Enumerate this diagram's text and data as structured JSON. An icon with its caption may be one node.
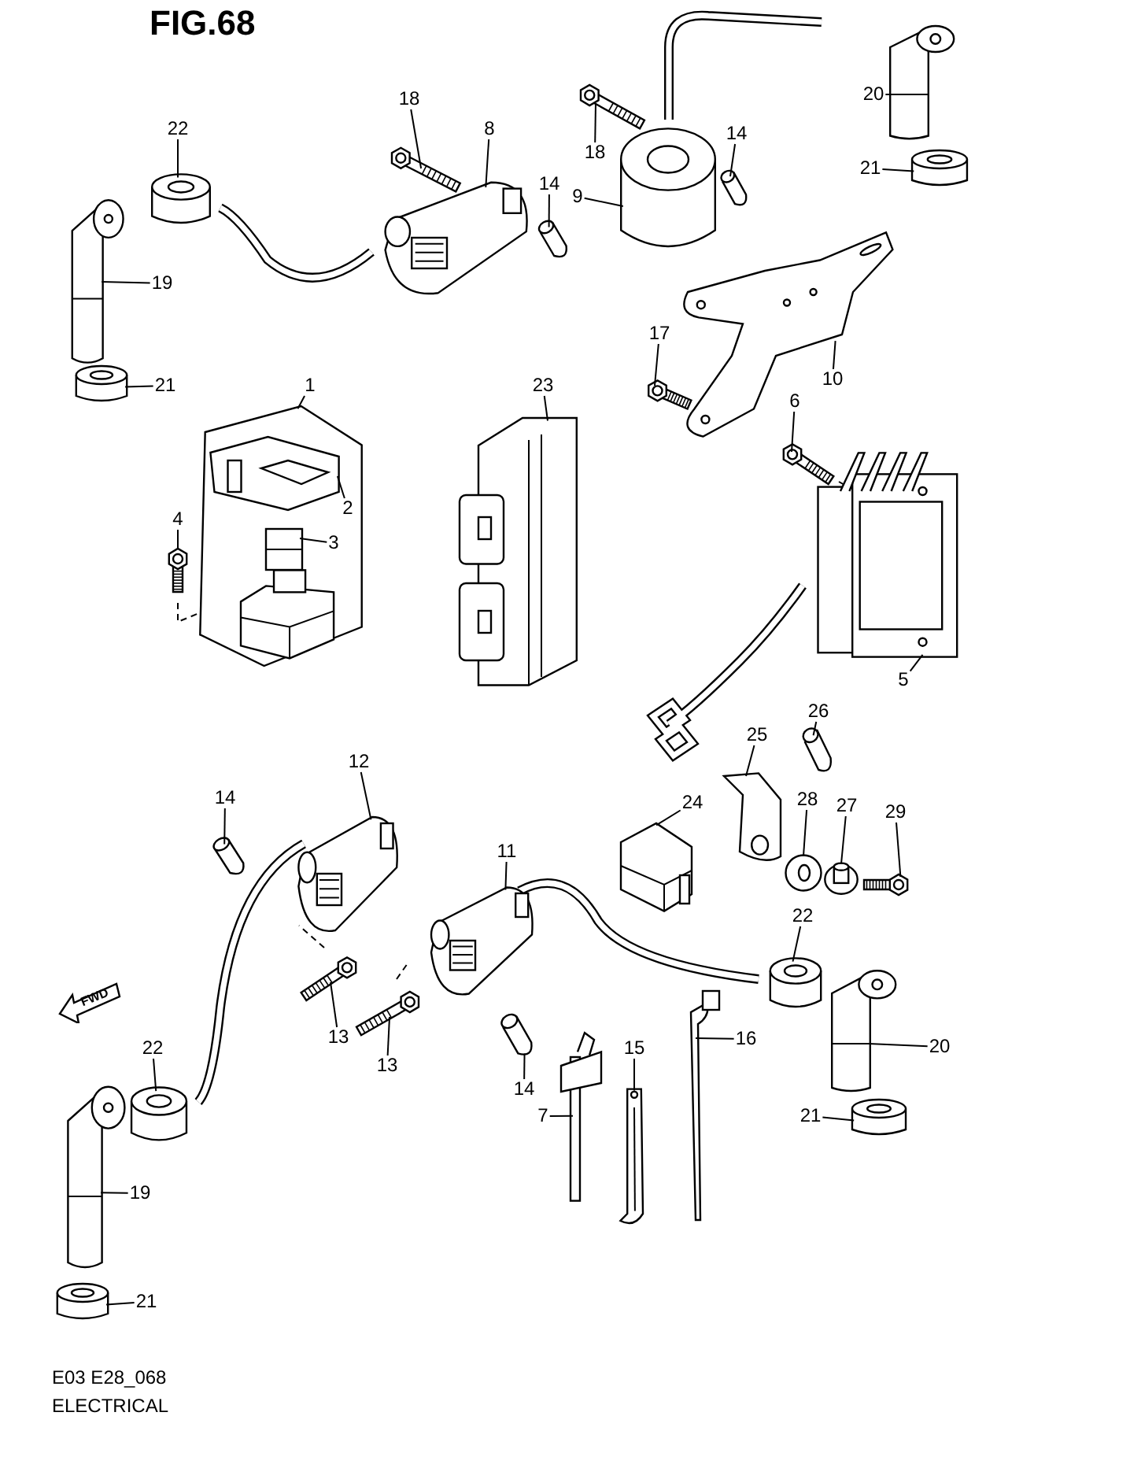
{
  "diagram": {
    "nodes": [
      {
        "text": [
          "22"
        ]
      },
      {
        "text": [],
        "shape": "cylinder"
      },
      {
        "text": [
          "19"
        ]
      },
      {
        "text": [],
        "shape": "picture"
      },
      {
        "text": [
          "21"
        ]
      },
      {
        "text": [],
        "shape": "cylinder"
      },
      {
        "text": [
          "18"
        ]
      },
      {
        "text": [],
        "shape": "picture"
      },
      {
        "text": [
          "8"
        ]
      },
      {
        "text": [],
        "shape": "picture"
      },
      {
        "text": [
          "14"
        ]
      },
      {
        "text": [],
        "shape": "picture"
      },
      {
        "text": [
          "18"
        ]
      },
      {
        "text": [],
        "shape": "picture"
      },
      {
        "text": [
          "9"
        ]
      },
      {
        "text": [],
        "shape": "cylinder"
      },
      {
        "text": [
          "14"
        ]
      },
      {
        "text": [],
        "shape": "picture"
      },
      {
        "text": [
          "20"
        ]
      },
      {
        "text": [],
        "shape": "picture"
      },
      {
        "text": [
          "21"
        ]
      },
      {
        "text": [],
        "shape": "cylinder"
      },
      {
        "text": [
          "17"
        ]
      },
      {
        "text": [],
        "shape": "picture"
      },
      {
        "text": [
          "10"
        ]
      },
      {
        "text": [],
        "shape": "picture"
      },
      {
        "text": [
          "6"
        ]
      },
      {
        "text": [],
        "shape": "picture"
      },
      {
        "text": [
          "1"
        ]
      },
      {
        "text": [],
        "shape": "picture"
      },
      {
        "text": [
          "2"
        ],
        "in": 29
      },
      {
        "text": [],
        "shape": "picture",
        "in": 29
      },
      {
        "text": [
          "3"
        ],
        "in": 29
      },
      {
        "text": [],
        "shape": "box",
        "in": 29
      },
      {
        "text": [
          "4"
        ]
      },
      {
        "text": [],
        "shape": "picture"
      },
      {
        "text": [
          "23"
        ]
      },
      {
        "text": [],
        "shape": "picture"
      },
      {
        "text": [
          "5"
        ]
      },
      {
        "text": [],
        "shape": "picture"
      },
      {
        "text": [
          "26"
        ]
      },
      {
        "text": [],
        "shape": "picture"
      },
      {
        "text": [
          "25"
        ]
      },
      {
        "text": [],
        "shape": "picture"
      },
      {
        "text": [
          "24"
        ]
      },
      {
        "text": [],
        "shape": "picture"
      },
      {
        "text": [
          "28"
        ]
      },
      {
        "text": [],
        "shape": "picture"
      },
      {
        "text": [
          "27"
        ]
      },
      {
        "text": [],
        "shape": "picture"
      },
      {
        "text": [
          "29"
        ]
      },
      {
        "text": [],
        "shape": "picture"
      },
      {
        "text": [
          "12"
        ]
      },
      {
        "text": [],
        "shape": "picture"
      },
      {
        "text": [
          "14"
        ]
      },
      {
        "text": [],
        "shape": "picture"
      },
      {
        "text": [
          "11"
        ]
      },
      {
        "text": [],
        "shape": "picture"
      },
      {
        "text": [
          "13"
        ]
      },
      {
        "text": [],
        "shape": "picture"
      },
      {
        "text": [
          "13"
        ]
      },
      {
        "text": [],
        "shape": "picture"
      },
      {
        "text": [
          "14"
        ]
      },
      {
        "text": [],
        "shape": "picture"
      },
      {
        "text": [
          "22"
        ]
      },
      {
        "text": [],
        "shape": "cylinder"
      },
      {
        "text": [
          "20"
        ]
      },
      {
        "text": [],
        "shape": "picture"
      },
      {
        "text": [
          "21"
        ]
      },
      {
        "text": [],
        "shape": "cylinder"
      },
      {
        "text": [
          "15"
        ]
      },
      {
        "text": [],
        "shape": "picture"
      },
      {
        "text": [
          "16"
        ]
      },
      {
        "text": [],
        "shape": "picture"
      },
      {
        "text": [
          "7"
        ]
      },
      {
        "text": [],
        "shape": "picture"
      },
      {
        "text": [
          "22"
        ]
      },
      {
        "text": [],
        "shape": "cylinder"
      },
      {
        "text": [
          "19"
        ]
      },
      {
        "text": [],
        "shape": "picture"
      },
      {
        "text": [
          "21"
        ]
      },
      {
        "text": [],
        "shape": "cylinder"
      },
      {
        "text": [
          "FWD"
        ]
      }
    ],
    "edges": [
      {
        "from": 0,
        "to": 1,
        "arrow": "none"
      },
      {
        "from": 2,
        "to": 3,
        "arrow": "none"
      },
      {
        "from": 4,
        "to": 5,
        "arrow": "none"
      },
      {
        "from": 6,
        "to": 7,
        "arrow": "none"
      },
      {
        "from": 8,
        "to": 9,
        "arrow": "none"
      },
      {
        "from": 10,
        "to": 11,
        "arrow": "none"
      },
      {
        "from": 12,
        "to": 13,
        "arrow": "none"
      },
      {
        "from": 14,
        "to": 15,
        "arrow": "none"
      },
      {
        "from": 16,
        "to": 17,
        "arrow": "none"
      },
      {
        "from": 18,
        "to": 19,
        "arrow": "none"
      },
      {
        "from": 20,
        "to": 21,
        "arrow": "none"
      },
      {
        "from": 22,
        "to": 23,
        "arrow": "none"
      },
      {
        "from": 24,
        "to": 25,
        "arrow": "none"
      },
      {
        "from": 26,
        "to": 27,
        "arrow": "none"
      },
      {
        "from": 28,
        "to": 29,
        "arrow": "none"
      },
      {
        "from": 30,
        "to": 31,
        "arrow": "none"
      },
      {
        "from": 32,
        "to": 33,
        "arrow": "none"
      },
      {
        "from": 34,
        "to": 35,
        "arrow": "none"
      },
      {
        "from": 36,
        "to": 37,
        "arrow": "none"
      },
      {
        "from": 38,
        "to": 39,
        "arrow": "none"
      },
      {
        "from": 40,
        "to": 41,
        "arrow": "none"
      },
      {
        "from": 42,
        "to": 43,
        "arrow": "none"
      },
      {
        "from": 44,
        "to": 45,
        "arrow": "none"
      },
      {
        "from": 46,
        "to": 47,
        "arrow": "none"
      },
      {
        "from": 48,
        "to": 49,
        "arrow": "none"
      },
      {
        "from": 50,
        "to": 51,
        "arrow": "none"
      },
      {
        "from": 52,
        "to": 53,
        "arrow": "none"
      },
      {
        "from": 54,
        "to": 55,
        "arrow": "none"
      },
      {
        "from": 56,
        "to": 57,
        "arrow": "none"
      },
      {
        "from": 58,
        "to": 59,
        "arrow": "none"
      },
      {
        "from": 60,
        "to": 61,
        "arrow": "none"
      },
      {
        "from": 62,
        "to": 63,
        "arrow": "none"
      },
      {
        "from": 64,
        "to": 65,
        "arrow": "none"
      },
      {
        "from": 66,
        "to": 67,
        "arrow": "none"
      },
      {
        "from": 68,
        "to": 69,
        "arrow": "none"
      },
      {
        "from": 70,
        "to": 71,
        "arrow": "none"
      },
      {
        "from": 72,
        "to": 73,
        "arrow": "none"
      },
      {
        "from": 74,
        "to": 75,
        "arrow": "none"
      },
      {
        "from": 76,
        "to": 77,
        "arrow": "none"
      },
      {
        "from": 78,
        "to": 79,
        "arrow": "none"
      },
      {
        "from": 80,
        "to": 81,
        "arrow": "none"
      }
    ],
    "labels": [
      "FIG.68",
      "E03 E28_068",
      "ELECTRICAL"
    ]
  }
}
